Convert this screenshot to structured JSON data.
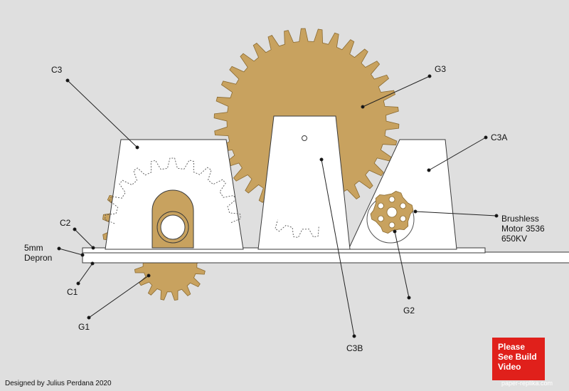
{
  "colors": {
    "background": "#dfdfdf",
    "gear": "#c8a25f",
    "outline": "#3a3a3a",
    "panel": "#ffffff",
    "badge": "#e0201b"
  },
  "labels": {
    "c3": "C3",
    "g3": "G3",
    "c3a": "C3A",
    "c2": "C2",
    "depron_line1": "5mm",
    "depron_line2": "Depron",
    "c1": "C1",
    "g1": "G1",
    "c3b": "C3B",
    "g2": "G2",
    "motor_line1": "Brushless",
    "motor_line2": "Motor 3536",
    "motor_line3": "650KV"
  },
  "credit": "Designed by Julius Perdana 2020",
  "badge": {
    "line1": "Please",
    "line2": "See Build",
    "line3": "Video"
  },
  "watermark": "paper-replika.com"
}
